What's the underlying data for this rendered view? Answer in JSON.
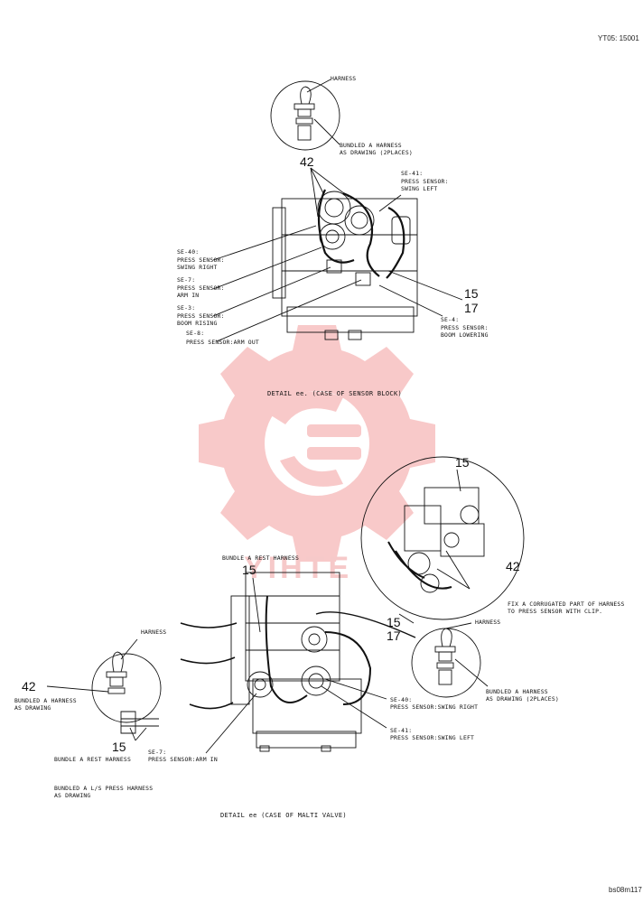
{
  "header": {
    "doc_code": "YT05: 15001 ",
    "page_code": "bs08m117"
  },
  "detail_top": {
    "caption": "DETAIL ee. (CASE OF SENSOR BLOCK)",
    "inset": {
      "harness": "HARNESS",
      "bundled": "BUNDLED A HARNESS\nAS DRAWING (2PLACES)"
    },
    "callouts": {
      "n42": "42",
      "n15": "15",
      "n17": "17"
    },
    "sensors": [
      {
        "code": "SE-41:",
        "desc": "PRESS SENSOR:\nSWING LEFT"
      },
      {
        "code": "SE-40:",
        "desc": "PRESS SENSOR:\nSWING RIGHT"
      },
      {
        "code": "SE-7:",
        "desc": "PRESS SENSOR:\nARM IN"
      },
      {
        "code": "SE-3:",
        "desc": "PRESS SENSOR:\nBOOM RISING"
      },
      {
        "code": "SE-8:",
        "desc": "PRESS SENSOR:ARM OUT"
      },
      {
        "code": "SE-4:",
        "desc": "PRESS SENSOR:\nBOOM LOWERING"
      }
    ]
  },
  "detail_bottom": {
    "caption": "DETAIL ee (CASE OF MALTI VALVE)",
    "callouts": {
      "n15a": "15",
      "n15b": "15",
      "n15c": "15",
      "n17": "17",
      "n42a": "42",
      "n42b": "42"
    },
    "labels": {
      "bundle_rest_top": "BUNDLE A REST HARNESS",
      "harness_left": "HARNESS",
      "bundled_left": "BUNDLED A HARNESS\nAS DRAWING",
      "bundle_rest_left": "BUNDLE A REST HARNESS",
      "bundled_ls": "BUNDLED A L/S PRESS HARNESS\nAS DRAWING",
      "fix_clip": "FIX A CORRUGATED PART OF HARNESS\nTO PRESS SENSOR WITH CLIP.",
      "harness_right": "HARNESS",
      "bundled_right": "BUNDLED A HARNESS\nAS DRAWING (2PLACES)",
      "se40": "SE-40:\nPRESS SENSOR:SWING RIGHT",
      "se41": "SE-41:\nPRESS SENSOR:SWING LEFT",
      "se7": "SE-7:\nPRESS SENSOR:ARM IN"
    }
  },
  "watermark": {
    "text": "YIHTE",
    "color": "#f2a0a0"
  },
  "colors": {
    "line": "#111111",
    "watermark": "#f5b3b3"
  }
}
